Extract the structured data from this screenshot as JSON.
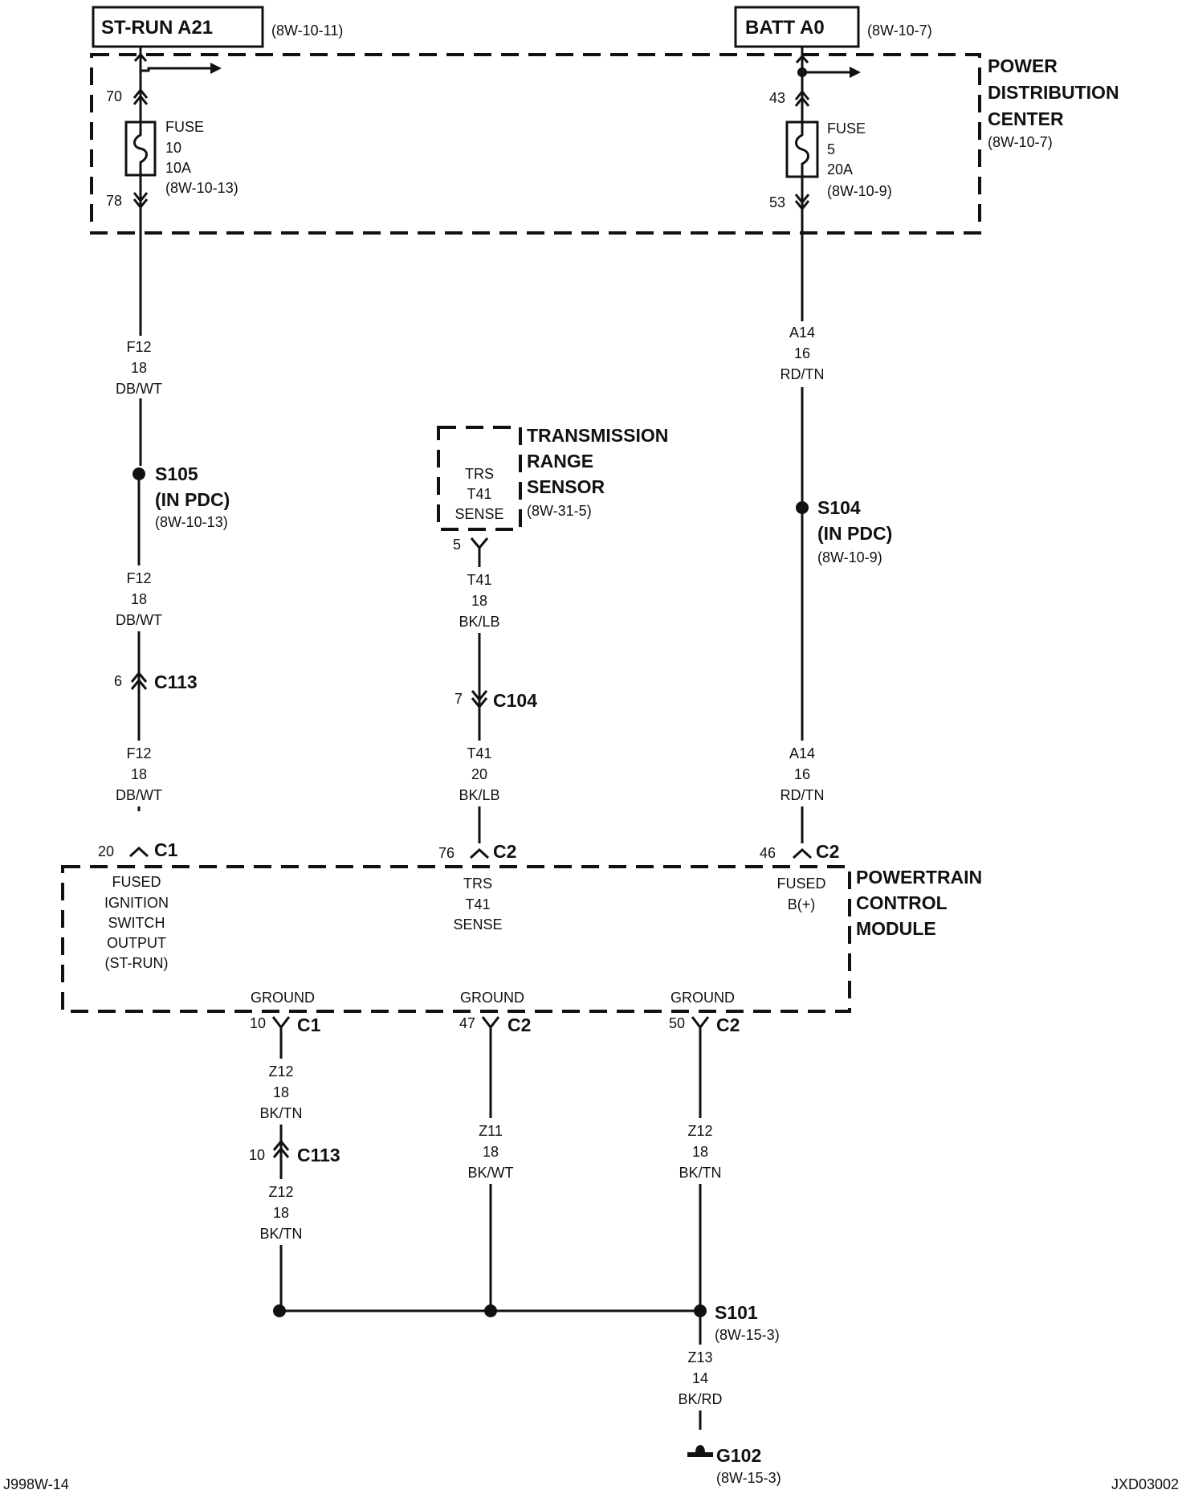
{
  "sources": {
    "st_run": {
      "label": "ST-RUN A21",
      "ref": "(8W-10-11)"
    },
    "batt": {
      "label": "BATT A0",
      "ref": "(8W-10-7)"
    }
  },
  "pdc": {
    "line1": "POWER",
    "line2": "DISTRIBUTION",
    "line3": "CENTER",
    "ref": "(8W-10-7)"
  },
  "fuse10": {
    "pin_top": "70",
    "pin_bottom": "78",
    "line1": "FUSE",
    "line2": "10",
    "line3": "10A",
    "ref": "(8W-10-13)"
  },
  "fuse5": {
    "pin_top": "43",
    "pin_bottom": "53",
    "line1": "FUSE",
    "line2": "5",
    "line3": "20A",
    "ref": "(8W-10-9)"
  },
  "wires": {
    "f12_a": {
      "circuit": "F12",
      "gauge": "18",
      "color": "DB/WT"
    },
    "f12_b": {
      "circuit": "F12",
      "gauge": "18",
      "color": "DB/WT"
    },
    "f12_c": {
      "circuit": "F12",
      "gauge": "18",
      "color": "DB/WT"
    },
    "a14_a": {
      "circuit": "A14",
      "gauge": "16",
      "color": "RD/TN"
    },
    "a14_b": {
      "circuit": "A14",
      "gauge": "16",
      "color": "RD/TN"
    },
    "t41_a": {
      "circuit": "T41",
      "gauge": "18",
      "color": "BK/LB"
    },
    "t41_b": {
      "circuit": "T41",
      "gauge": "20",
      "color": "BK/LB"
    },
    "z12_a": {
      "circuit": "Z12",
      "gauge": "18",
      "color": "BK/TN"
    },
    "z12_b": {
      "circuit": "Z12",
      "gauge": "18",
      "color": "BK/TN"
    },
    "z11": {
      "circuit": "Z11",
      "gauge": "18",
      "color": "BK/WT"
    },
    "z12_c": {
      "circuit": "Z12",
      "gauge": "18",
      "color": "BK/TN"
    },
    "z13": {
      "circuit": "Z13",
      "gauge": "14",
      "color": "BK/RD"
    }
  },
  "splices": {
    "s105": {
      "name": "S105",
      "loc": "(IN PDC)",
      "ref": "(8W-10-13)"
    },
    "s104": {
      "name": "S104",
      "loc": "(IN PDC)",
      "ref": "(8W-10-9)"
    },
    "s101": {
      "name": "S101",
      "ref": "(8W-15-3)"
    }
  },
  "trs": {
    "line1": "TRANSMISSION",
    "line2": "RANGE",
    "line3": "SENSOR",
    "ref": "(8W-31-5)",
    "inner1": "TRS",
    "inner2": "T41",
    "inner3": "SENSE",
    "pin": "5"
  },
  "connectors": {
    "c113_top": {
      "pin": "6",
      "name": "C113"
    },
    "c104": {
      "pin": "7",
      "name": "C104"
    },
    "c113_bottom": {
      "pin": "10",
      "name": "C113"
    },
    "pcm_c1": {
      "pin": "20",
      "name": "C1"
    },
    "pcm_c2_trs": {
      "pin": "76",
      "name": "C2"
    },
    "pcm_c2_batt": {
      "pin": "46",
      "name": "C2"
    },
    "gnd_c1": {
      "pin": "10",
      "name": "C1"
    },
    "gnd_c2_a": {
      "pin": "47",
      "name": "C2"
    },
    "gnd_c2_b": {
      "pin": "50",
      "name": "C2"
    }
  },
  "pcm": {
    "line1": "POWERTRAIN",
    "line2": "CONTROL",
    "line3": "MODULE",
    "fused_ign": [
      "FUSED",
      "IGNITION",
      "SWITCH",
      "OUTPUT",
      "(ST-RUN)"
    ],
    "trs_sense": [
      "TRS",
      "T41",
      "SENSE"
    ],
    "fused_b": [
      "FUSED",
      "B(+)"
    ],
    "ground_label": "GROUND"
  },
  "ground": {
    "name": "G102",
    "ref": "(8W-15-3)"
  },
  "footer": {
    "left": "J998W-14",
    "right": "JXD03002"
  }
}
